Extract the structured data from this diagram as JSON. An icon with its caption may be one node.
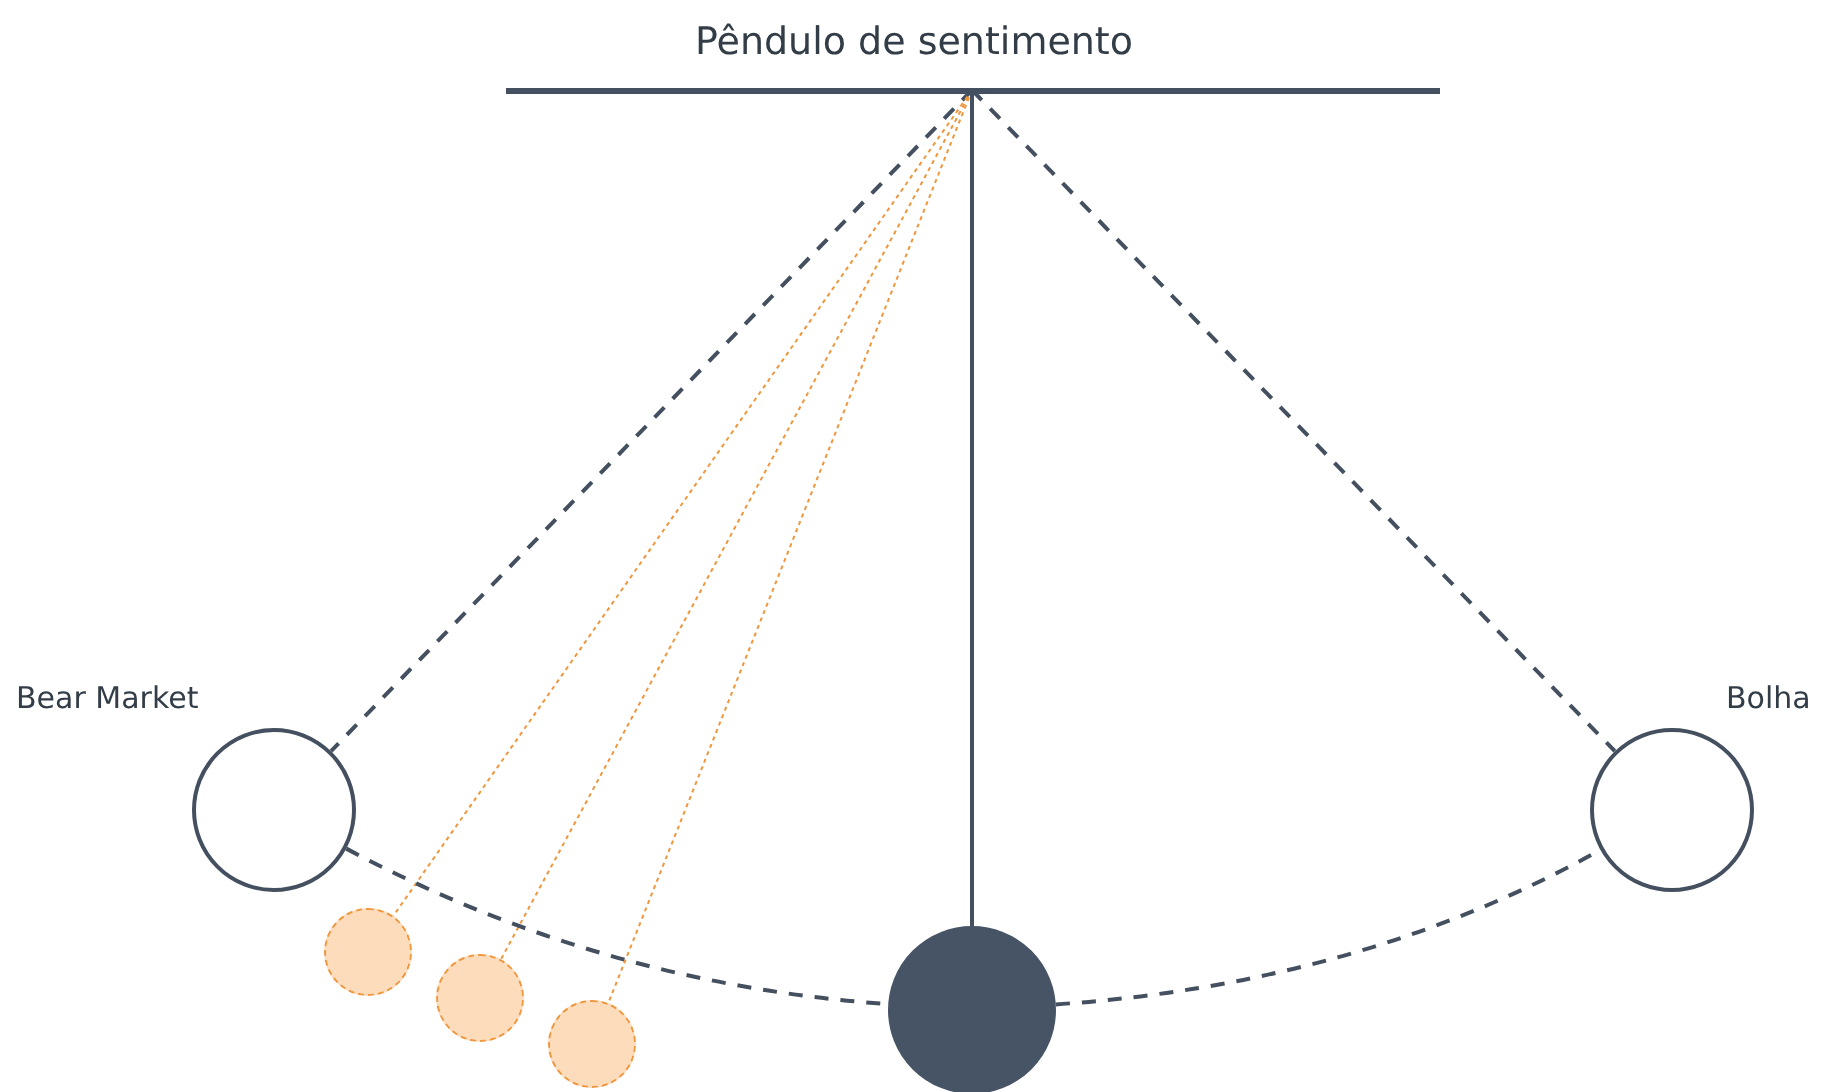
{
  "diagram": {
    "title": "Pêndulo de sentimento",
    "nodes": [
      {
        "text": [],
        "shape": "bar"
      },
      {
        "text": [
          "Bear Market"
        ]
      },
      {
        "text": [],
        "shape": "circle"
      },
      {
        "text": [],
        "shape": "circle"
      },
      {
        "text": [],
        "shape": "circle"
      },
      {
        "text": [],
        "shape": "circle"
      },
      {
        "text": [
          "Bolha"
        ]
      }
    ],
    "edges": [
      {
        "from": 0,
        "to": 1,
        "arrow": "none",
        "style": "dashed"
      },
      {
        "from": 0,
        "to": 2,
        "arrow": "none",
        "style": "dashed",
        "color": "#f0963c"
      },
      {
        "from": 0,
        "to": 3,
        "arrow": "none",
        "style": "dashed",
        "color": "#f0963c"
      },
      {
        "from": 0,
        "to": 4,
        "arrow": "none",
        "style": "dashed",
        "color": "#f0963c"
      },
      {
        "from": 0,
        "to": 5,
        "arrow": "none"
      },
      {
        "from": 0,
        "to": 6,
        "arrow": "none",
        "style": "dashed"
      },
      {
        "from": 1,
        "to": 5,
        "arrow": "none",
        "style": "dashed"
      },
      {
        "from": 5,
        "to": 6,
        "arrow": "none",
        "style": "dashed"
      }
    ]
  }
}
